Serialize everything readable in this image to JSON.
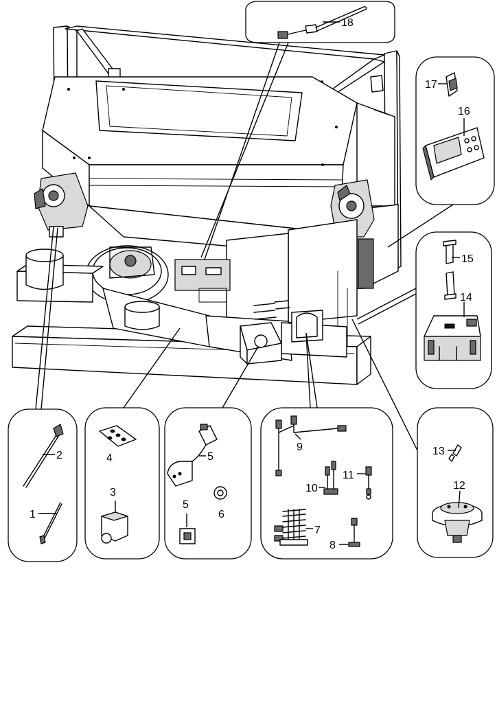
{
  "parts": [
    {
      "id": "1",
      "label": "1"
    },
    {
      "id": "2",
      "label": "2"
    },
    {
      "id": "3",
      "label": "3"
    },
    {
      "id": "4",
      "label": "4"
    },
    {
      "id": "5a",
      "label": "5"
    },
    {
      "id": "5b",
      "label": "5"
    },
    {
      "id": "6",
      "label": "6"
    },
    {
      "id": "7",
      "label": "7"
    },
    {
      "id": "8",
      "label": "8"
    },
    {
      "id": "9",
      "label": "9"
    },
    {
      "id": "10",
      "label": "10"
    },
    {
      "id": "11",
      "label": "11"
    },
    {
      "id": "12",
      "label": "12"
    },
    {
      "id": "13",
      "label": "13"
    },
    {
      "id": "14",
      "label": "14"
    },
    {
      "id": "15",
      "label": "15"
    },
    {
      "id": "16",
      "label": "16"
    },
    {
      "id": "17",
      "label": "17"
    },
    {
      "id": "18",
      "label": "18"
    }
  ],
  "colors": {
    "line": "#000000",
    "fill": "#ffffff",
    "shade": "#d9d9d9"
  }
}
